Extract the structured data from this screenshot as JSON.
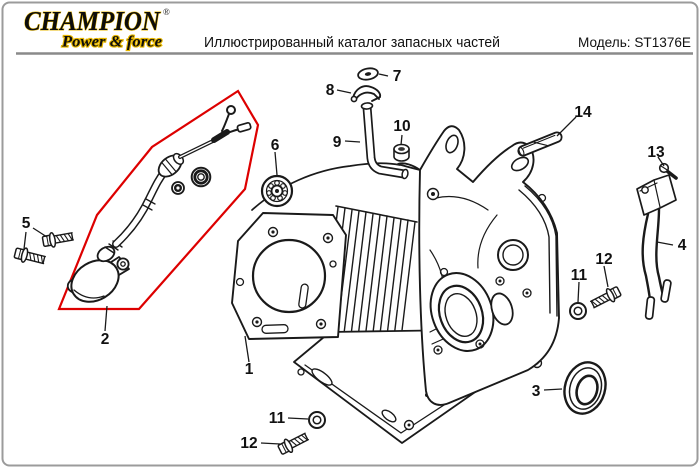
{
  "page": {
    "background": "#ffffff",
    "border_color": "#9b9b9b",
    "line_color": "#1a1a1a",
    "highlight_color": "#dd0000",
    "logo_gold": "#e7b700"
  },
  "header": {
    "brand": "CHAMPION",
    "registered_mark": "®",
    "tagline": "Power & force",
    "title": "Иллюстрированный каталог запасных частей",
    "model": "Модель: ST1376E"
  },
  "diagram": {
    "callouts": {
      "n1": "1",
      "n2": "2",
      "n3": "3",
      "n4": "4",
      "n5": "5",
      "n6": "6",
      "n7": "7",
      "n8": "8",
      "n9": "9",
      "n10": "10",
      "n11": "11",
      "n12": "12",
      "n13": "13",
      "n14": "14"
    }
  }
}
